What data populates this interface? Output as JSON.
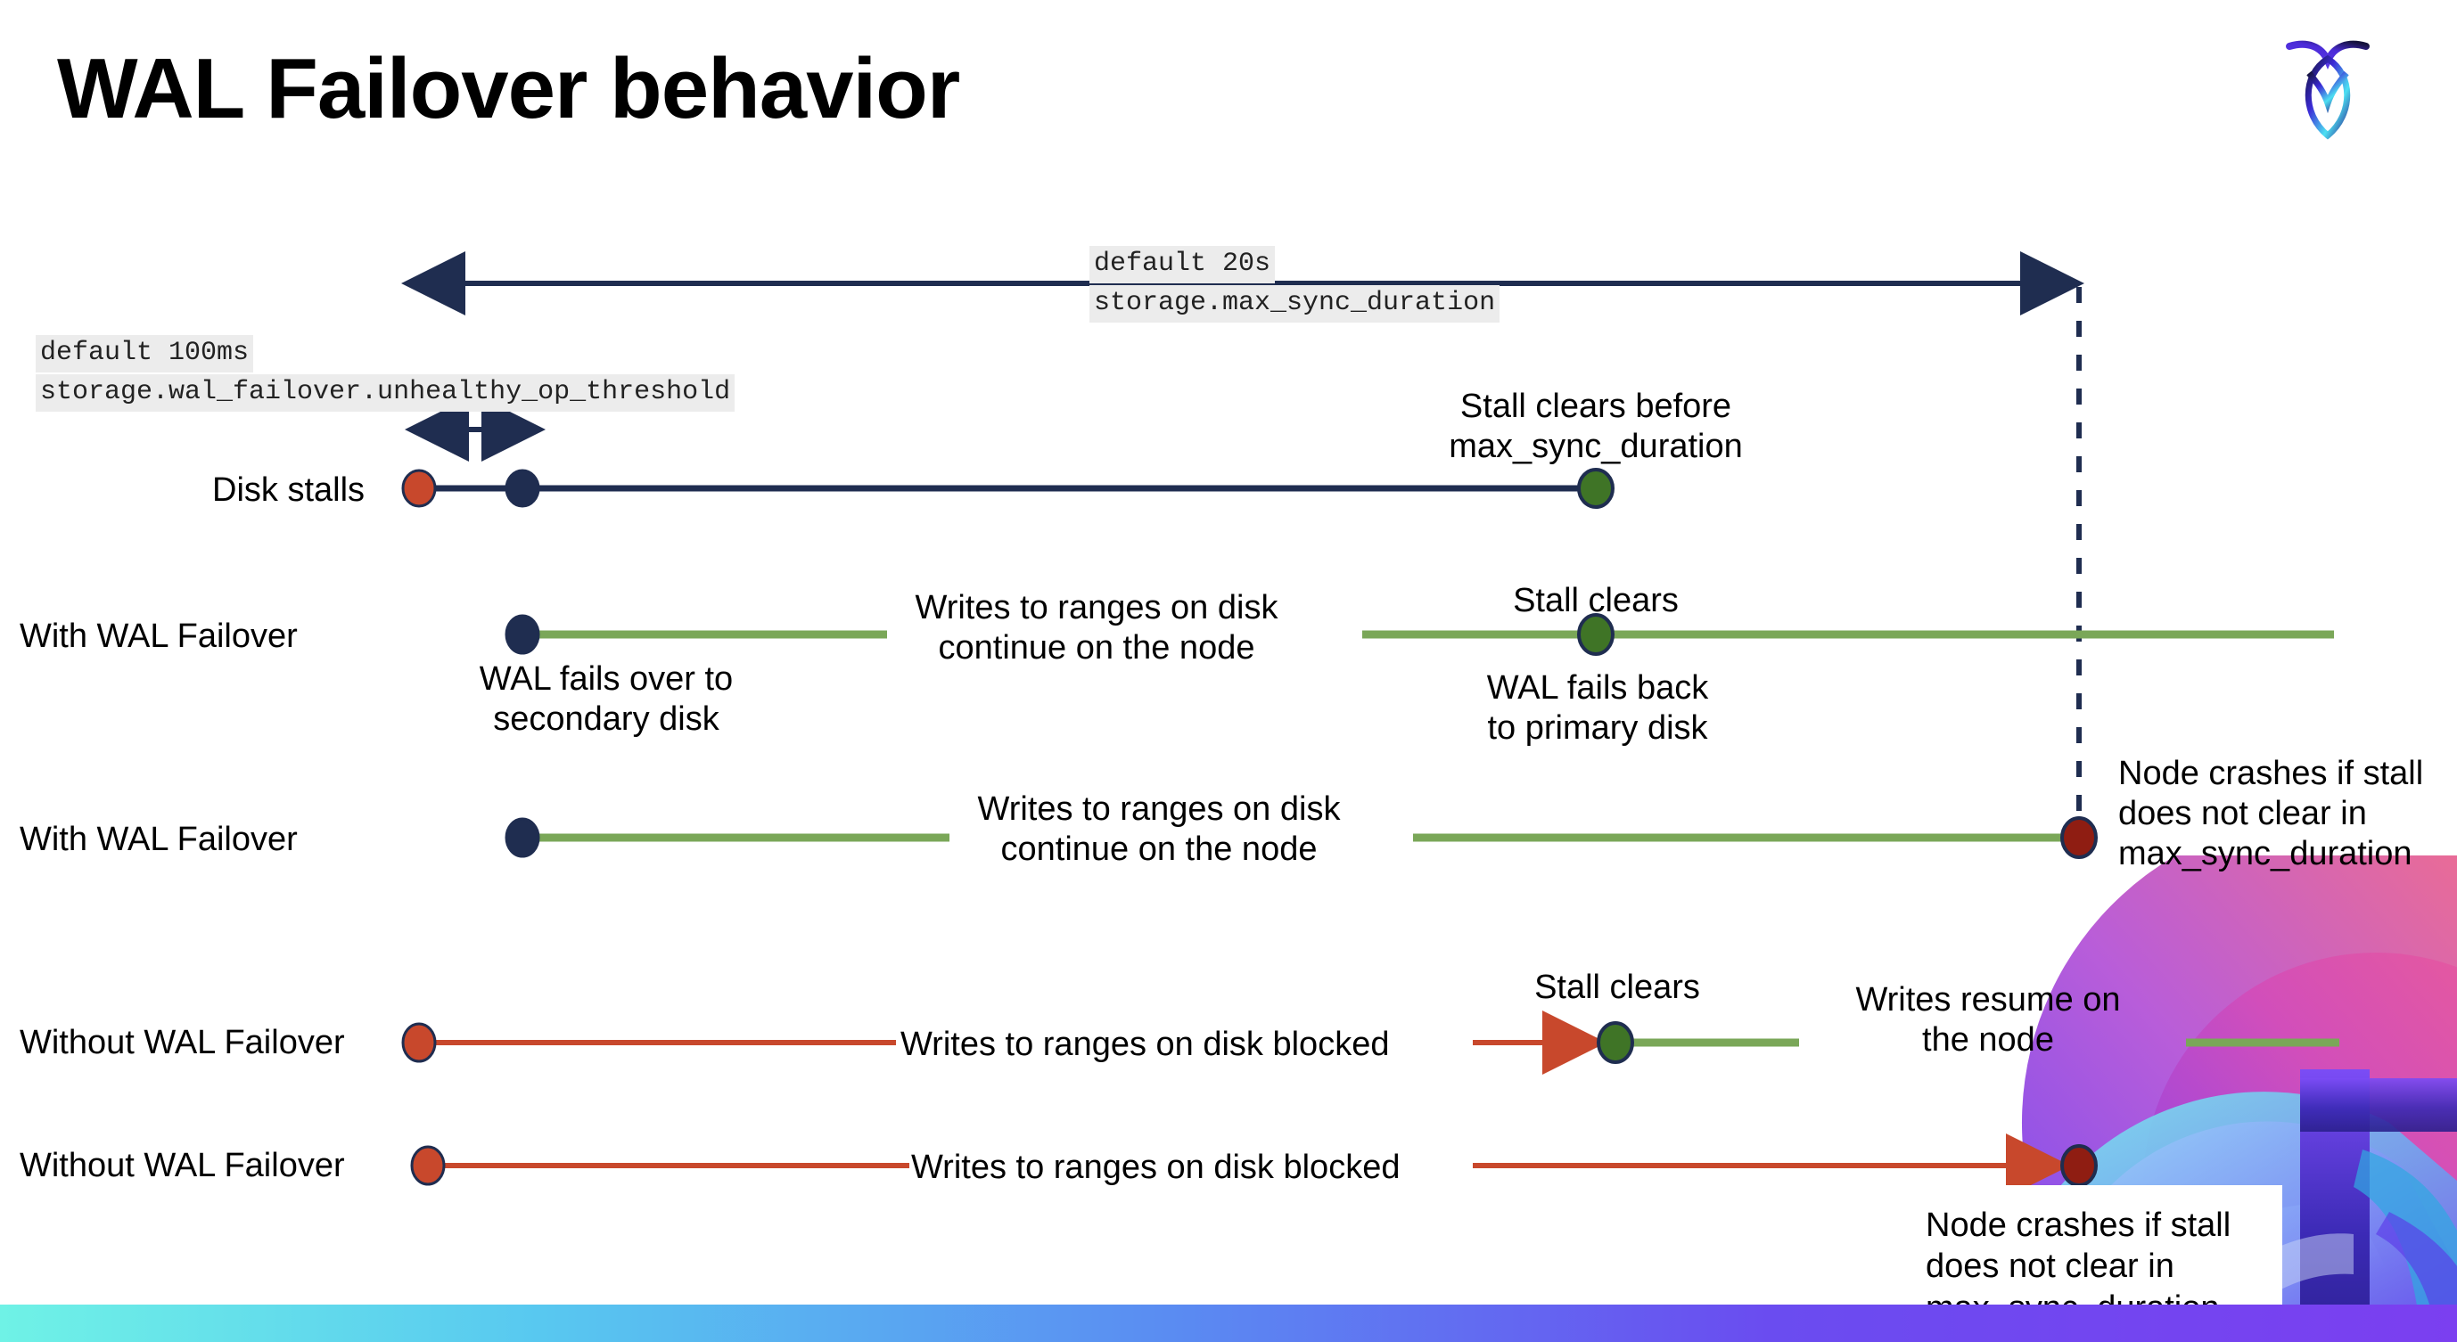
{
  "slide": {
    "title": "WAL Failover behavior",
    "logo_name": "cockroachdb-logo"
  },
  "annotations": {
    "max_sync": {
      "line1": "default 20s",
      "line2": "storage.max_sync_duration"
    },
    "unhealthy": {
      "line1": "default 100ms",
      "line2": "storage.wal_failover.unhealthy_op_threshold"
    }
  },
  "rows": [
    {
      "label": "Disk stalls"
    },
    {
      "label": "With WAL Failover"
    },
    {
      "label": "With WAL Failover"
    },
    {
      "label": "Without WAL Failover"
    },
    {
      "label": "Without WAL Failover"
    }
  ],
  "notes": {
    "stall_clears_before": {
      "line1": "Stall clears before",
      "line2": "max_sync_duration"
    },
    "writes_continue_1": {
      "line1": "Writes to ranges on disk",
      "line2": "continue on the node"
    },
    "writes_continue_2": {
      "line1": "Writes to ranges on disk",
      "line2": "continue on the node"
    },
    "stall_clears_1": "Stall clears",
    "wal_fails_over": {
      "line1": "WAL fails over to",
      "line2": "secondary disk"
    },
    "wal_fails_back": {
      "line1": "WAL fails  back",
      "line2": "to primary disk"
    },
    "node_crashes_1": {
      "line1": "Node crashes if stall",
      "line2": "does not clear in",
      "line3": "max_sync_duration"
    },
    "stall_clears_2": "Stall clears",
    "writes_blocked_1": "Writes to ranges on disk  blocked",
    "writes_blocked_2": "Writes to ranges on disk  blocked",
    "writes_resume": {
      "line1": "Writes resume on",
      "line2": "the node"
    },
    "node_crashes_2": {
      "line1": "Node crashes if stall",
      "line2": "does not clear in",
      "line3": "max_sync_duration"
    }
  },
  "colors": {
    "navy": "#1f2d50",
    "green_line": "#7aa758",
    "green_dot": "#3f7426",
    "orange": "#c8482c",
    "dark_red": "#8f1d12",
    "code_bg": "#ececec",
    "bar_start": "#6ff2e6",
    "bar_end": "#7b3ff0"
  }
}
